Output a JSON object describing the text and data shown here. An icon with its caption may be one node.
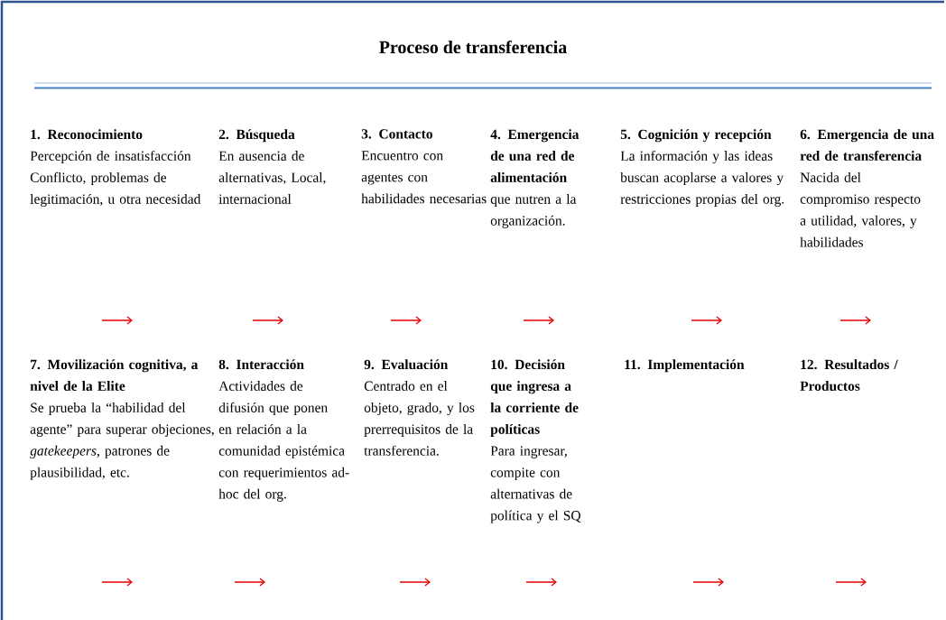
{
  "diagram": {
    "title": "Proceso de transferencia",
    "nodes": [
      {
        "text": [
          "1. Reconocimiento",
          "Percepción de insatisfacción Conflicto, problemas de legitimación, u otra necesidad"
        ]
      },
      {
        "text": [
          "2. Búsqueda",
          "En ausencia de alternativas, Local, internacional"
        ]
      },
      {
        "text": [
          "3. Contacto",
          "Encuentro con agentes con habilidades necesarias"
        ]
      },
      {
        "text": [
          "4. Emergencia de una red de alimentación",
          "que nutren a la organización."
        ]
      },
      {
        "text": [
          "5. Cognición y recepción",
          "La información y las ideas buscan acoplarse a valores y restricciones propias del org."
        ]
      },
      {
        "text": [
          "6. Emergencia de una red de transferencia",
          "Nacida del compromiso respecto a utilidad, valores, y habilidades"
        ]
      },
      {
        "text": [
          "7. Movilización cognitiva, a nivel de la Elite",
          "Se prueba la “habilidad del agente” para superar objeciones, *gatekeepers*, patrones de plausibilidad, etc."
        ]
      },
      {
        "text": [
          "8. Interacción",
          "Actividades de difusión que ponen en relación a la comunidad epistémica con requerimientos ad-hoc del org."
        ]
      },
      {
        "text": [
          "9. Evaluación",
          "Centrado en el objeto, grado, y los prerrequisitos de la transferencia."
        ]
      },
      {
        "text": [
          "10. Decisión que ingresa a la corriente de políticas",
          "Para ingresar, compite con alternativas de política y el SQ"
        ]
      },
      {
        "text": [
          "11. Implementación"
        ]
      },
      {
        "text": [
          "12. Resultados / Productos"
        ]
      }
    ]
  }
}
